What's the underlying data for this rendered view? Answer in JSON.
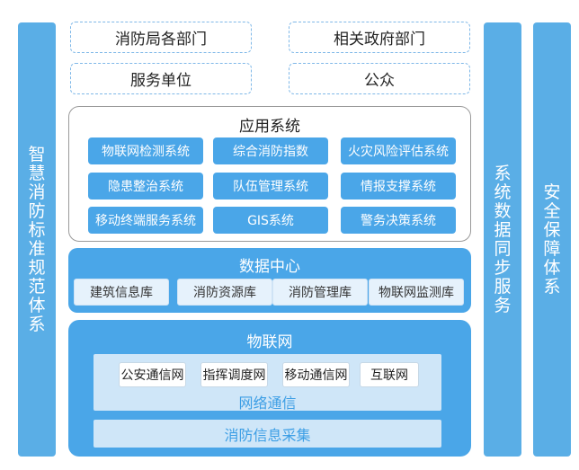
{
  "left_bar": {
    "label": "智慧消防标准规范体系"
  },
  "right_bars": {
    "sync": "系统数据同步服务",
    "security": "安全保障体系"
  },
  "top_boxes": [
    "消防局各部门",
    "相关政府部门",
    "服务单位",
    "公众"
  ],
  "app_systems": {
    "title": "应用系统",
    "items": [
      "物联网检测系统",
      "综合消防指数",
      "火灾风险评估系统",
      "隐患整治系统",
      "队伍管理系统",
      "情报支撑系统",
      "移动终端服务系统",
      "GIS系统",
      "警务决策系统"
    ]
  },
  "data_center": {
    "title": "数据中心",
    "items": [
      "建筑信息库",
      "消防资源库",
      "消防管理库",
      "物联网监测库"
    ]
  },
  "iot": {
    "title": "物联网",
    "network": {
      "items": [
        "公安通信网",
        "指挥调度网",
        "移动通信网",
        "互联网"
      ],
      "label": "网络通信"
    },
    "collection": "消防信息采集"
  },
  "colors": {
    "primary_blue": "#4aa6e8",
    "side_blue": "#5aaee6",
    "light_blue": "#cfe6f8",
    "text_blue": "#3c9ee5"
  }
}
